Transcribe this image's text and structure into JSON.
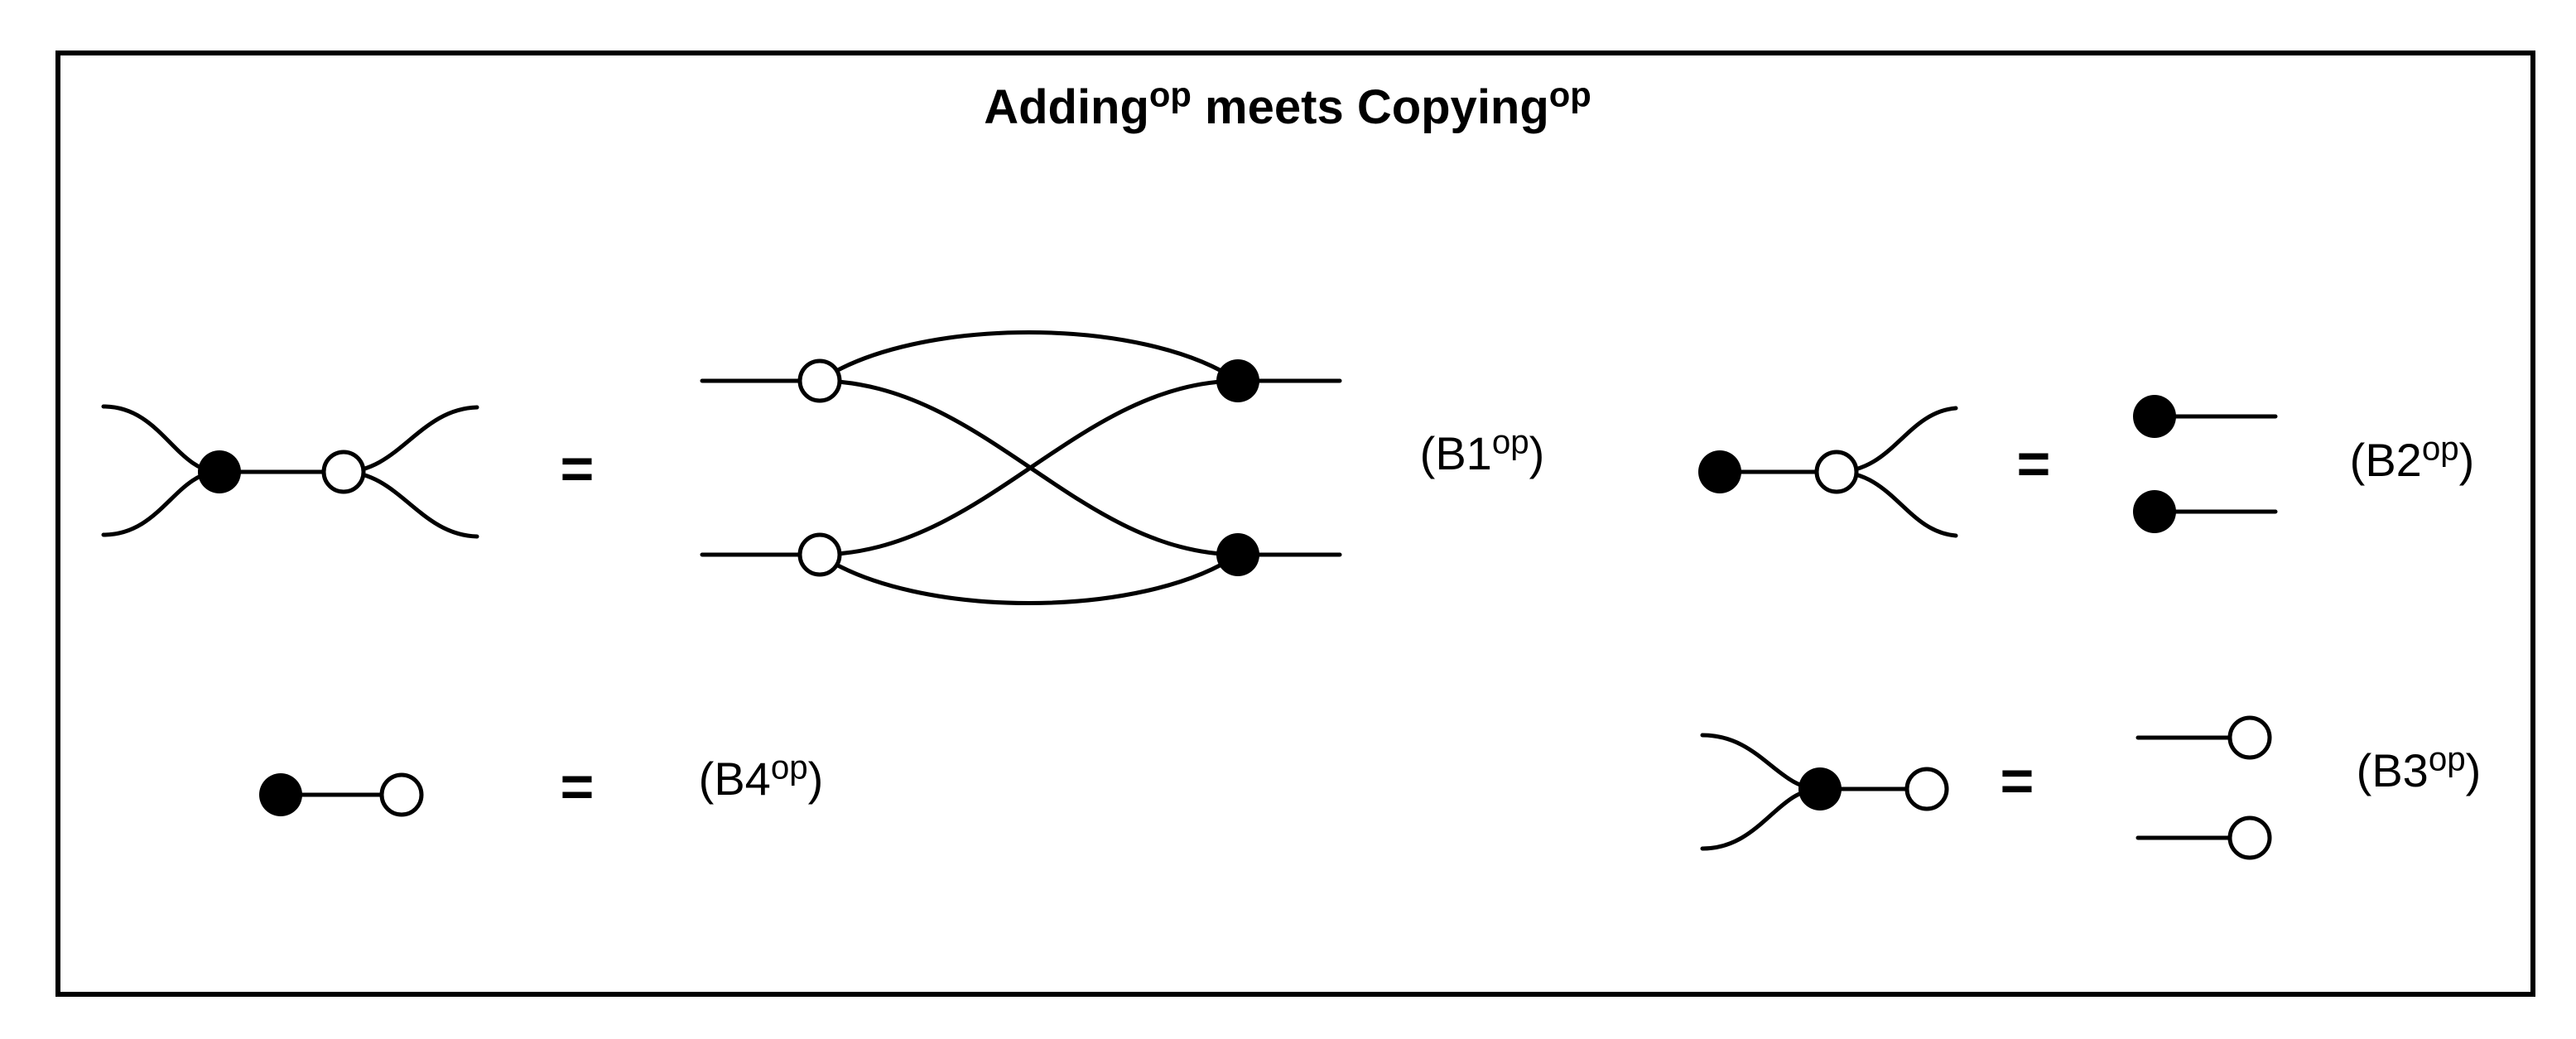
{
  "title": {
    "word1": "Adding",
    "sup1": "op",
    "word2": " meets Copying",
    "sup2": "op"
  },
  "equations": {
    "b1": {
      "equals": "=",
      "label": {
        "open": "(B1",
        "sup": "op",
        "close": ")"
      }
    },
    "b2": {
      "equals": "=",
      "label": {
        "open": "(B2",
        "sup": "op",
        "close": ")"
      }
    },
    "b3": {
      "equals": "=",
      "label": {
        "open": "(B3",
        "sup": "op",
        "close": ")"
      }
    },
    "b4": {
      "equals": "=",
      "label": {
        "open": "(B4",
        "sup": "op",
        "close": ")"
      }
    }
  },
  "nodes": {
    "black_node": "filled-black-dot",
    "white_node": "open-white-dot"
  },
  "colors": {
    "stroke": "#000000",
    "background": "#ffffff",
    "black_node_fill": "#000000",
    "white_node_fill": "#ffffff",
    "border": "#000000"
  }
}
